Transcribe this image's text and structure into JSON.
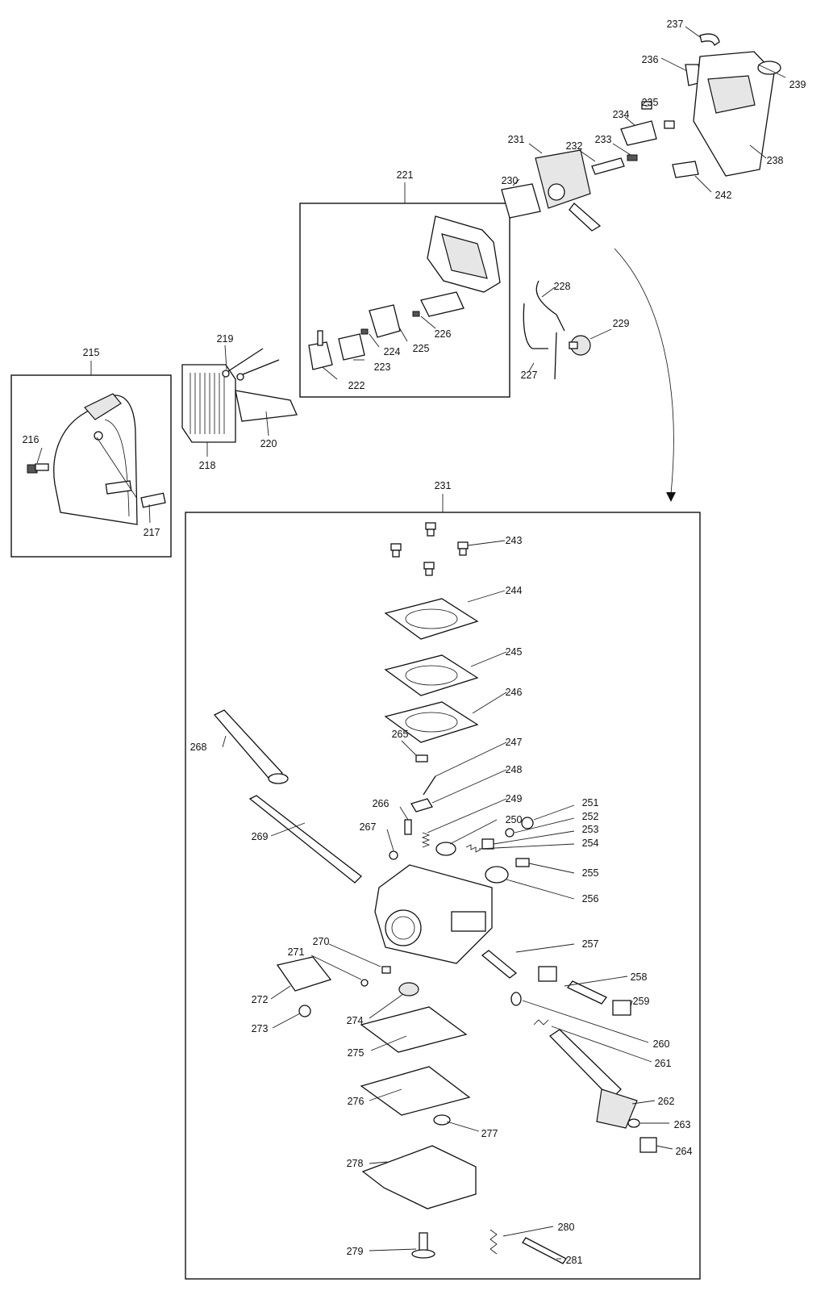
{
  "diagram": {
    "groups": [
      {
        "name": "air-cleaner-cover",
        "label": "215"
      },
      {
        "name": "filter-holder",
        "label": "221"
      },
      {
        "name": "carburetor-detail",
        "label": "231"
      }
    ],
    "labels": [
      {
        "id": "p215",
        "text": "215"
      },
      {
        "id": "p216",
        "text": "216"
      },
      {
        "id": "p217",
        "text": "217"
      },
      {
        "id": "p218",
        "text": "218"
      },
      {
        "id": "p219",
        "text": "219"
      },
      {
        "id": "p220",
        "text": "220"
      },
      {
        "id": "p221",
        "text": "221"
      },
      {
        "id": "p222",
        "text": "222"
      },
      {
        "id": "p223",
        "text": "223"
      },
      {
        "id": "p224",
        "text": "224"
      },
      {
        "id": "p225",
        "text": "225"
      },
      {
        "id": "p226",
        "text": "226"
      },
      {
        "id": "p227",
        "text": "227"
      },
      {
        "id": "p228",
        "text": "228"
      },
      {
        "id": "p229",
        "text": "229"
      },
      {
        "id": "p230",
        "text": "230"
      },
      {
        "id": "p231",
        "text": "231"
      },
      {
        "id": "p231b",
        "text": "231"
      },
      {
        "id": "p232",
        "text": "232"
      },
      {
        "id": "p233",
        "text": "233"
      },
      {
        "id": "p234",
        "text": "234"
      },
      {
        "id": "p235",
        "text": "235"
      },
      {
        "id": "p236",
        "text": "236"
      },
      {
        "id": "p237",
        "text": "237"
      },
      {
        "id": "p238",
        "text": "238"
      },
      {
        "id": "p239",
        "text": "239"
      },
      {
        "id": "p242",
        "text": "242"
      },
      {
        "id": "p243",
        "text": "243"
      },
      {
        "id": "p244",
        "text": "244"
      },
      {
        "id": "p245",
        "text": "245"
      },
      {
        "id": "p246",
        "text": "246"
      },
      {
        "id": "p247",
        "text": "247"
      },
      {
        "id": "p248",
        "text": "248"
      },
      {
        "id": "p249",
        "text": "249"
      },
      {
        "id": "p250",
        "text": "250"
      },
      {
        "id": "p251",
        "text": "251"
      },
      {
        "id": "p252",
        "text": "252"
      },
      {
        "id": "p253",
        "text": "253"
      },
      {
        "id": "p254",
        "text": "254"
      },
      {
        "id": "p255",
        "text": "255"
      },
      {
        "id": "p256",
        "text": "256"
      },
      {
        "id": "p257",
        "text": "257"
      },
      {
        "id": "p258",
        "text": "258"
      },
      {
        "id": "p259",
        "text": "259"
      },
      {
        "id": "p260",
        "text": "260"
      },
      {
        "id": "p261",
        "text": "261"
      },
      {
        "id": "p262",
        "text": "262"
      },
      {
        "id": "p263",
        "text": "263"
      },
      {
        "id": "p264",
        "text": "264"
      },
      {
        "id": "p265",
        "text": "265"
      },
      {
        "id": "p266",
        "text": "266"
      },
      {
        "id": "p267",
        "text": "267"
      },
      {
        "id": "p268",
        "text": "268"
      },
      {
        "id": "p269",
        "text": "269"
      },
      {
        "id": "p270",
        "text": "270"
      },
      {
        "id": "p271",
        "text": "271"
      },
      {
        "id": "p272",
        "text": "272"
      },
      {
        "id": "p273",
        "text": "273"
      },
      {
        "id": "p274",
        "text": "274"
      },
      {
        "id": "p275",
        "text": "275"
      },
      {
        "id": "p276",
        "text": "276"
      },
      {
        "id": "p277",
        "text": "277"
      },
      {
        "id": "p278",
        "text": "278"
      },
      {
        "id": "p279",
        "text": "279"
      },
      {
        "id": "p280",
        "text": "280"
      },
      {
        "id": "p281",
        "text": "281"
      }
    ]
  },
  "colors": {
    "line": "#111111",
    "background": "#ffffff",
    "shade": "#e6e6e6"
  }
}
